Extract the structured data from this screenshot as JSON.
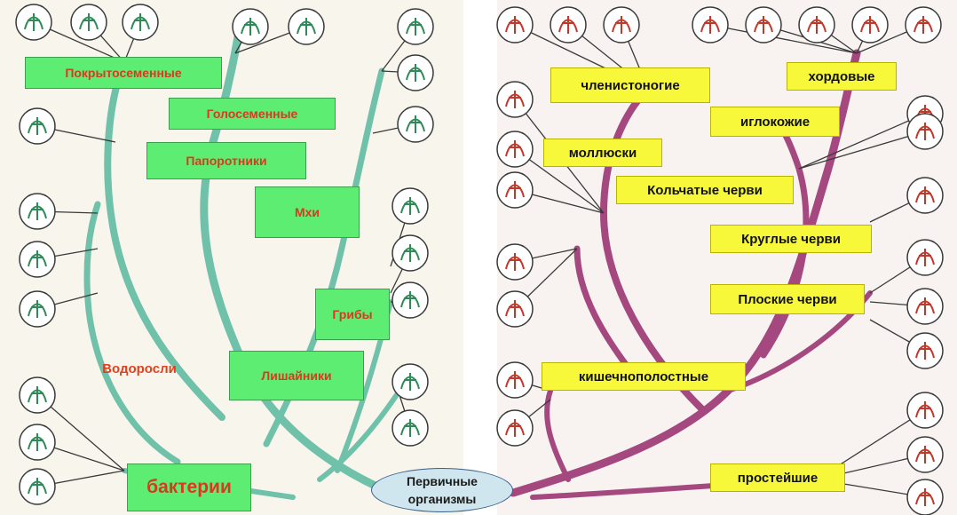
{
  "plant_groups": {
    "angiosperms": "Покрытосеменные",
    "gymnosperms": "Голосеменные",
    "ferns": "Папоротники",
    "mosses": "Мхи",
    "fungi": "Грибы",
    "lichens": "Лишайники",
    "algae": "Водоросли",
    "bacteria": "бактерии"
  },
  "animal_groups": {
    "arthropods": "членистоногие",
    "chordates": "хордовые",
    "echinoderms": "иглокожие",
    "mollusks": "моллюски",
    "annelids": "Кольчатые черви",
    "roundworms": "Круглые черви",
    "flatworms": "Плоские черви",
    "cnidarians": "кишечнополостные",
    "protozoa": "простейшие"
  },
  "root": {
    "line1": "Первичные",
    "line2": "организмы"
  },
  "colors": {
    "plant_branch": "#6fc1a9",
    "animal_branch": "#a4487f",
    "plant_label_bg": "#5ded72",
    "animal_label_bg": "#f8f83a",
    "label_text_red": "#d93a1e"
  },
  "icons": {
    "plants": [
      "tree-icon",
      "shrub-icon",
      "seedling-icon",
      "conifer-icon",
      "pine-branch-icon",
      "moss-icon",
      "fern-icon",
      "moss-icon",
      "moss-icon",
      "mushroom-icon",
      "mushroom-icon",
      "mushroom-icon",
      "seaweed-icon",
      "seaweed-icon",
      "alga-cell-icon",
      "lichen-icon",
      "lichen-icon",
      "bacteria-icon",
      "bacteria-icon",
      "bacteria-icon"
    ],
    "animals": [
      "crayfish-icon",
      "spider-icon",
      "butterfly-icon",
      "fish-icon",
      "frog-icon",
      "turtle-icon",
      "bird-icon",
      "rodent-icon",
      "crayfish-icon",
      "clam-icon",
      "snail-icon",
      "starfish-icon",
      "sea-urchin-icon",
      "roundworm-icon",
      "worm-icon",
      "worm-icon",
      "flatworm-icon",
      "flatworm-icon",
      "flatworm-icon",
      "jellyfish-icon",
      "hydra-icon",
      "amoeba-icon",
      "ciliate-icon",
      "ciliate-icon"
    ]
  }
}
